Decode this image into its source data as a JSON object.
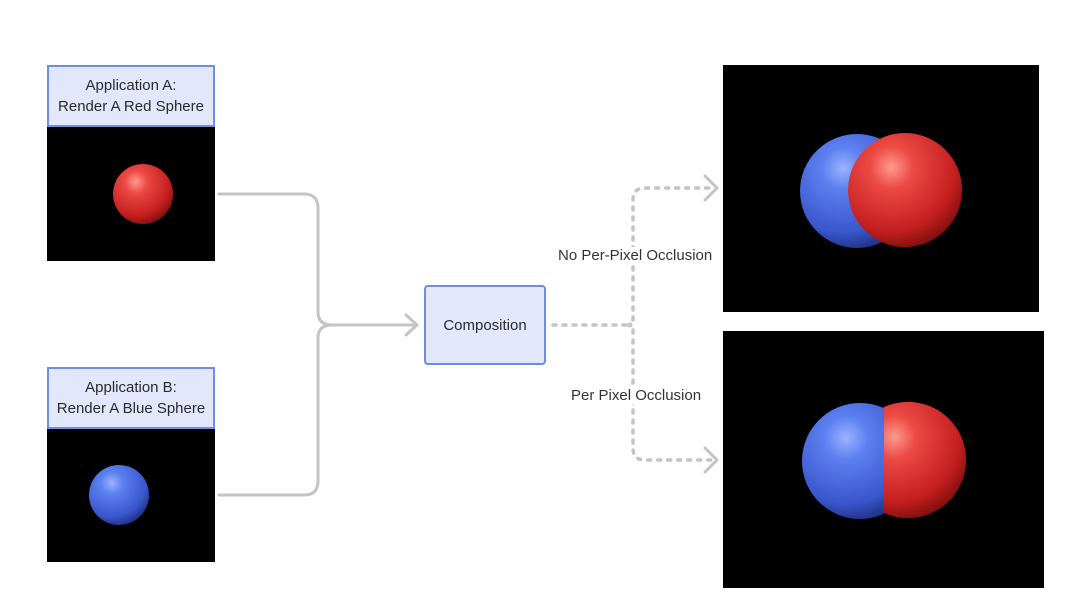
{
  "app_a": {
    "title_line1": "Application A:",
    "title_line2": "Render A Red Sphere",
    "sphere": "red-sphere"
  },
  "app_b": {
    "title_line1": "Application B:",
    "title_line2": "Render A Blue Sphere",
    "sphere": "blue-sphere"
  },
  "composition": {
    "label": "Composition"
  },
  "outputs": {
    "no_per_pixel": {
      "label": "No Per-Pixel Occlusion"
    },
    "per_pixel": {
      "label": "Per Pixel Occlusion"
    }
  },
  "colors": {
    "box_fill": "#e3e7fb",
    "box_border": "#6f8ee0",
    "connector": "#c4c4c4",
    "panel_bg": "#000000",
    "red": "#d83a38",
    "blue": "#4a6fe0"
  }
}
